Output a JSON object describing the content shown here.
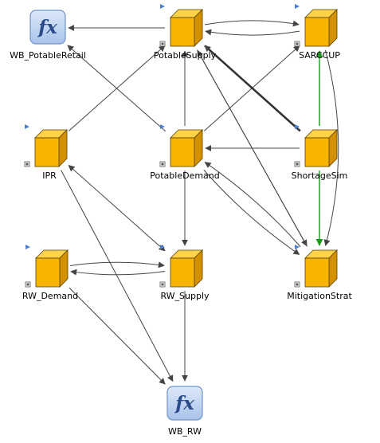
{
  "diagram": {
    "nodes": [
      {
        "id": "wb_potableretail",
        "label": "WB_PotableRetail",
        "kind": "function",
        "icon": "fx-function-icon",
        "symbol": "fx"
      },
      {
        "id": "potablesupply",
        "label": "PotableSupply",
        "kind": "module",
        "icon": "cube-module-icon"
      },
      {
        "id": "sarccup",
        "label": "SARCCUP",
        "kind": "module",
        "icon": "cube-module-icon"
      },
      {
        "id": "ipr",
        "label": "IPR",
        "kind": "module",
        "icon": "cube-module-icon"
      },
      {
        "id": "potabledemand",
        "label": "PotableDemand",
        "kind": "module",
        "icon": "cube-module-icon"
      },
      {
        "id": "shortagesim",
        "label": "ShortageSim",
        "kind": "module",
        "icon": "cube-module-icon"
      },
      {
        "id": "rw_demand",
        "label": "RW_Demand",
        "kind": "module",
        "icon": "cube-module-icon"
      },
      {
        "id": "rw_supply",
        "label": "RW_Supply",
        "kind": "module",
        "icon": "cube-module-icon"
      },
      {
        "id": "mitigationstrat",
        "label": "MitigationStrat",
        "kind": "module",
        "icon": "cube-module-icon"
      },
      {
        "id": "wb_rw",
        "label": "WB_RW",
        "kind": "function",
        "icon": "fx-function-icon",
        "symbol": "fx"
      }
    ],
    "edges": [
      {
        "from": "potablesupply",
        "to": "wb_potableretail",
        "style": "normal"
      },
      {
        "from": "potablesupply",
        "to": "sarccup",
        "style": "normal"
      },
      {
        "from": "sarccup",
        "to": "potablesupply",
        "style": "normal"
      },
      {
        "from": "ipr",
        "to": "potablesupply",
        "style": "normal"
      },
      {
        "from": "potabledemand",
        "to": "wb_potableretail",
        "style": "normal"
      },
      {
        "from": "potabledemand",
        "to": "potablesupply",
        "style": "normal"
      },
      {
        "from": "potabledemand",
        "to": "sarccup",
        "style": "normal"
      },
      {
        "from": "shortagesim",
        "to": "potablesupply",
        "style": "bold"
      },
      {
        "from": "shortagesim",
        "to": "potabledemand",
        "style": "normal"
      },
      {
        "from": "shortagesim",
        "to": "sarccup",
        "style": "green"
      },
      {
        "from": "shortagesim",
        "to": "mitigationstrat",
        "style": "green"
      },
      {
        "from": "sarccup",
        "to": "mitigationstrat",
        "style": "normal"
      },
      {
        "from": "potablesupply",
        "to": "mitigationstrat",
        "style": "normal"
      },
      {
        "from": "mitigationstrat",
        "to": "potablesupply",
        "style": "normal"
      },
      {
        "from": "potabledemand",
        "to": "mitigationstrat",
        "style": "normal"
      },
      {
        "from": "mitigationstrat",
        "to": "potabledemand",
        "style": "normal"
      },
      {
        "from": "potabledemand",
        "to": "rw_supply",
        "style": "normal"
      },
      {
        "from": "ipr",
        "to": "rw_supply",
        "style": "bidirectional"
      },
      {
        "from": "ipr",
        "to": "wb_rw",
        "style": "normal"
      },
      {
        "from": "rw_demand",
        "to": "rw_supply",
        "style": "normal"
      },
      {
        "from": "rw_supply",
        "to": "rw_demand",
        "style": "normal"
      },
      {
        "from": "rw_demand",
        "to": "wb_rw",
        "style": "normal"
      },
      {
        "from": "rw_supply",
        "to": "wb_rw",
        "style": "normal"
      }
    ]
  },
  "colors": {
    "cube_front": "#f7b500",
    "cube_top": "#ffd24a",
    "cube_side": "#d39000",
    "cube_outline": "#5a4000",
    "corner_marker": "#4a7fd4",
    "edge": "#444444",
    "edge_bold": "#333333",
    "edge_green": "#1f9a1f",
    "fx_fill_top": "#dde8f8",
    "fx_fill_bottom": "#a9c3ea",
    "fx_border": "#6f93cc"
  }
}
